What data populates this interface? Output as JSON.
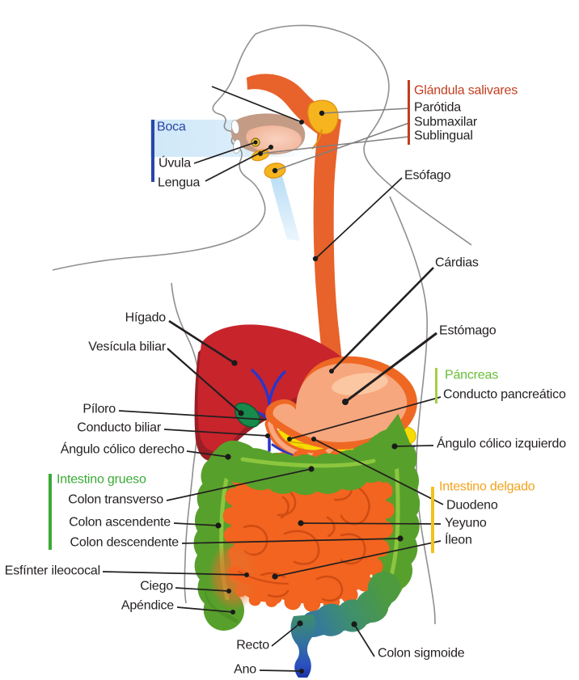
{
  "labels": {
    "boca": "Boca",
    "uvula": "Úvula",
    "lengua": "Lengua",
    "glandula_salivares": "Glándula salivares",
    "parotida": "Parótida",
    "submaxilar": "Submaxilar",
    "sublingual": "Sublingual",
    "esofago": "Esófago",
    "cardias": "Cárdias",
    "higado": "Hígado",
    "vesicula_biliar": "Vesícula biliar",
    "estomago": "Estómago",
    "pancreas": "Páncreas",
    "conducto_pancreatico": "Conducto pancreático",
    "piloro": "Píloro",
    "conducto_biliar": "Conducto biliar",
    "angulo_colico_derecho": "Ángulo cólico derecho",
    "angulo_colico_izquierdo": "Ángulo cólico izquierdo",
    "intestino_grueso": "Intestino grueso",
    "colon_transverso": "Colon transverso",
    "colon_ascendente": "Colon ascendente",
    "colon_descendente": "Colon descendente",
    "intestino_delgado": "Intestino delgado",
    "duodeno": "Duodeno",
    "yeyuno": "Yeyuno",
    "ileon": "Íleon",
    "esfinter_ileococal": "Esfínter ileococal",
    "ciego": "Ciego",
    "apendice": "Apéndice",
    "recto": "Recto",
    "ano": "Ano",
    "colon_sigmoide": "Colon sigmoide"
  },
  "colors": {
    "salivary_heading": "#c33d1d",
    "boca_heading": "#2b46a8",
    "pancreas_heading": "#67bd37",
    "intestino_grueso_heading": "#3aaa35",
    "intestino_delgado_heading": "#f5a11b",
    "label_text": "#231f20"
  }
}
